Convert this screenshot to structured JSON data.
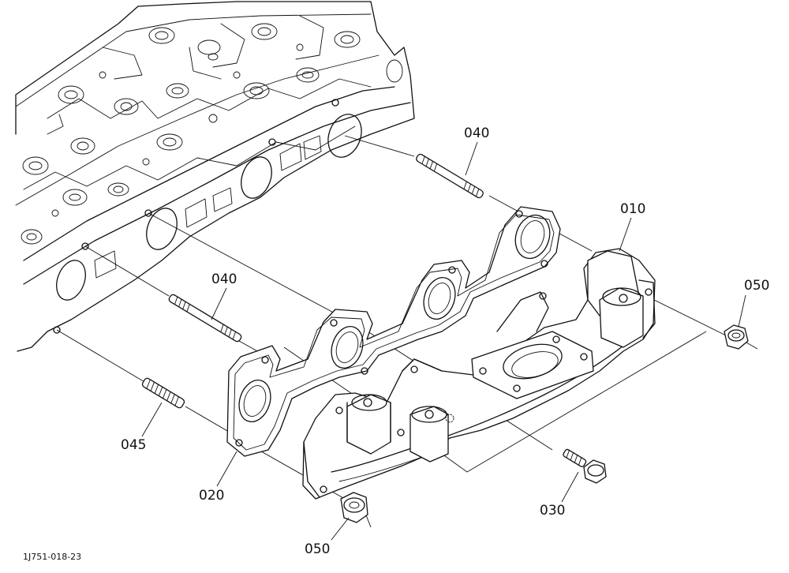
{
  "callouts": [
    {
      "id": "040a",
      "text": "040"
    },
    {
      "id": "010",
      "text": "010"
    },
    {
      "id": "050a",
      "text": "050"
    },
    {
      "id": "040b",
      "text": "040"
    },
    {
      "id": "045",
      "text": "045"
    },
    {
      "id": "020",
      "text": "020"
    },
    {
      "id": "030",
      "text": "030"
    },
    {
      "id": "050b",
      "text": "050"
    }
  ],
  "figure_code": "1J751-018-23"
}
